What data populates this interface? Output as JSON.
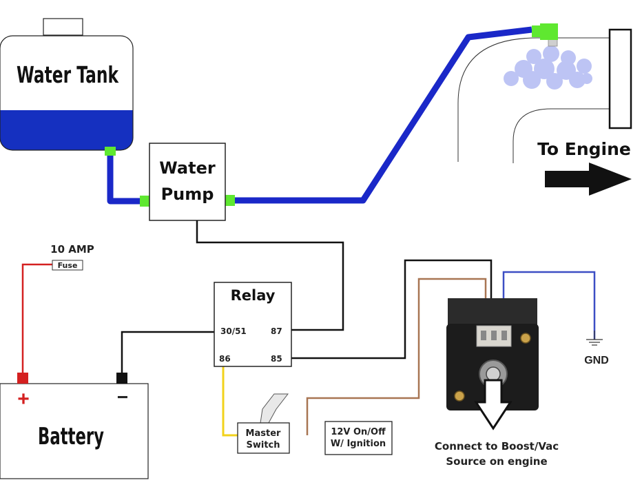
{
  "labels": {
    "water_tank": "Water Tank",
    "water_pump_line1": "Water",
    "water_pump_line2": "Pump",
    "to_engine": "To Engine",
    "amp": "10 AMP",
    "fuse": "Fuse",
    "relay": "Relay",
    "pin_3051": "30/51",
    "pin_87": "87",
    "pin_86": "86",
    "pin_85": "85",
    "battery": "Battery",
    "battery_plus": "+",
    "battery_minus": "−",
    "master_line1": "Master",
    "master_line2": "Switch",
    "ignition_line1": "12V On/Off",
    "ignition_line2": "W/ Ignition",
    "gnd": "GND",
    "connect_line1": "Connect to Boost/Vac",
    "connect_line2": "Source on engine"
  },
  "colors": {
    "hose": "#1a28c8",
    "tank_water": "#1530c0",
    "fitting": "#5fe830",
    "wire_red": "#d42020",
    "wire_black": "#111111",
    "wire_yellow": "#f2d21a",
    "wire_brown": "#a87552",
    "wire_blue": "#3c4ec4",
    "mist": "#6f7ee8"
  }
}
